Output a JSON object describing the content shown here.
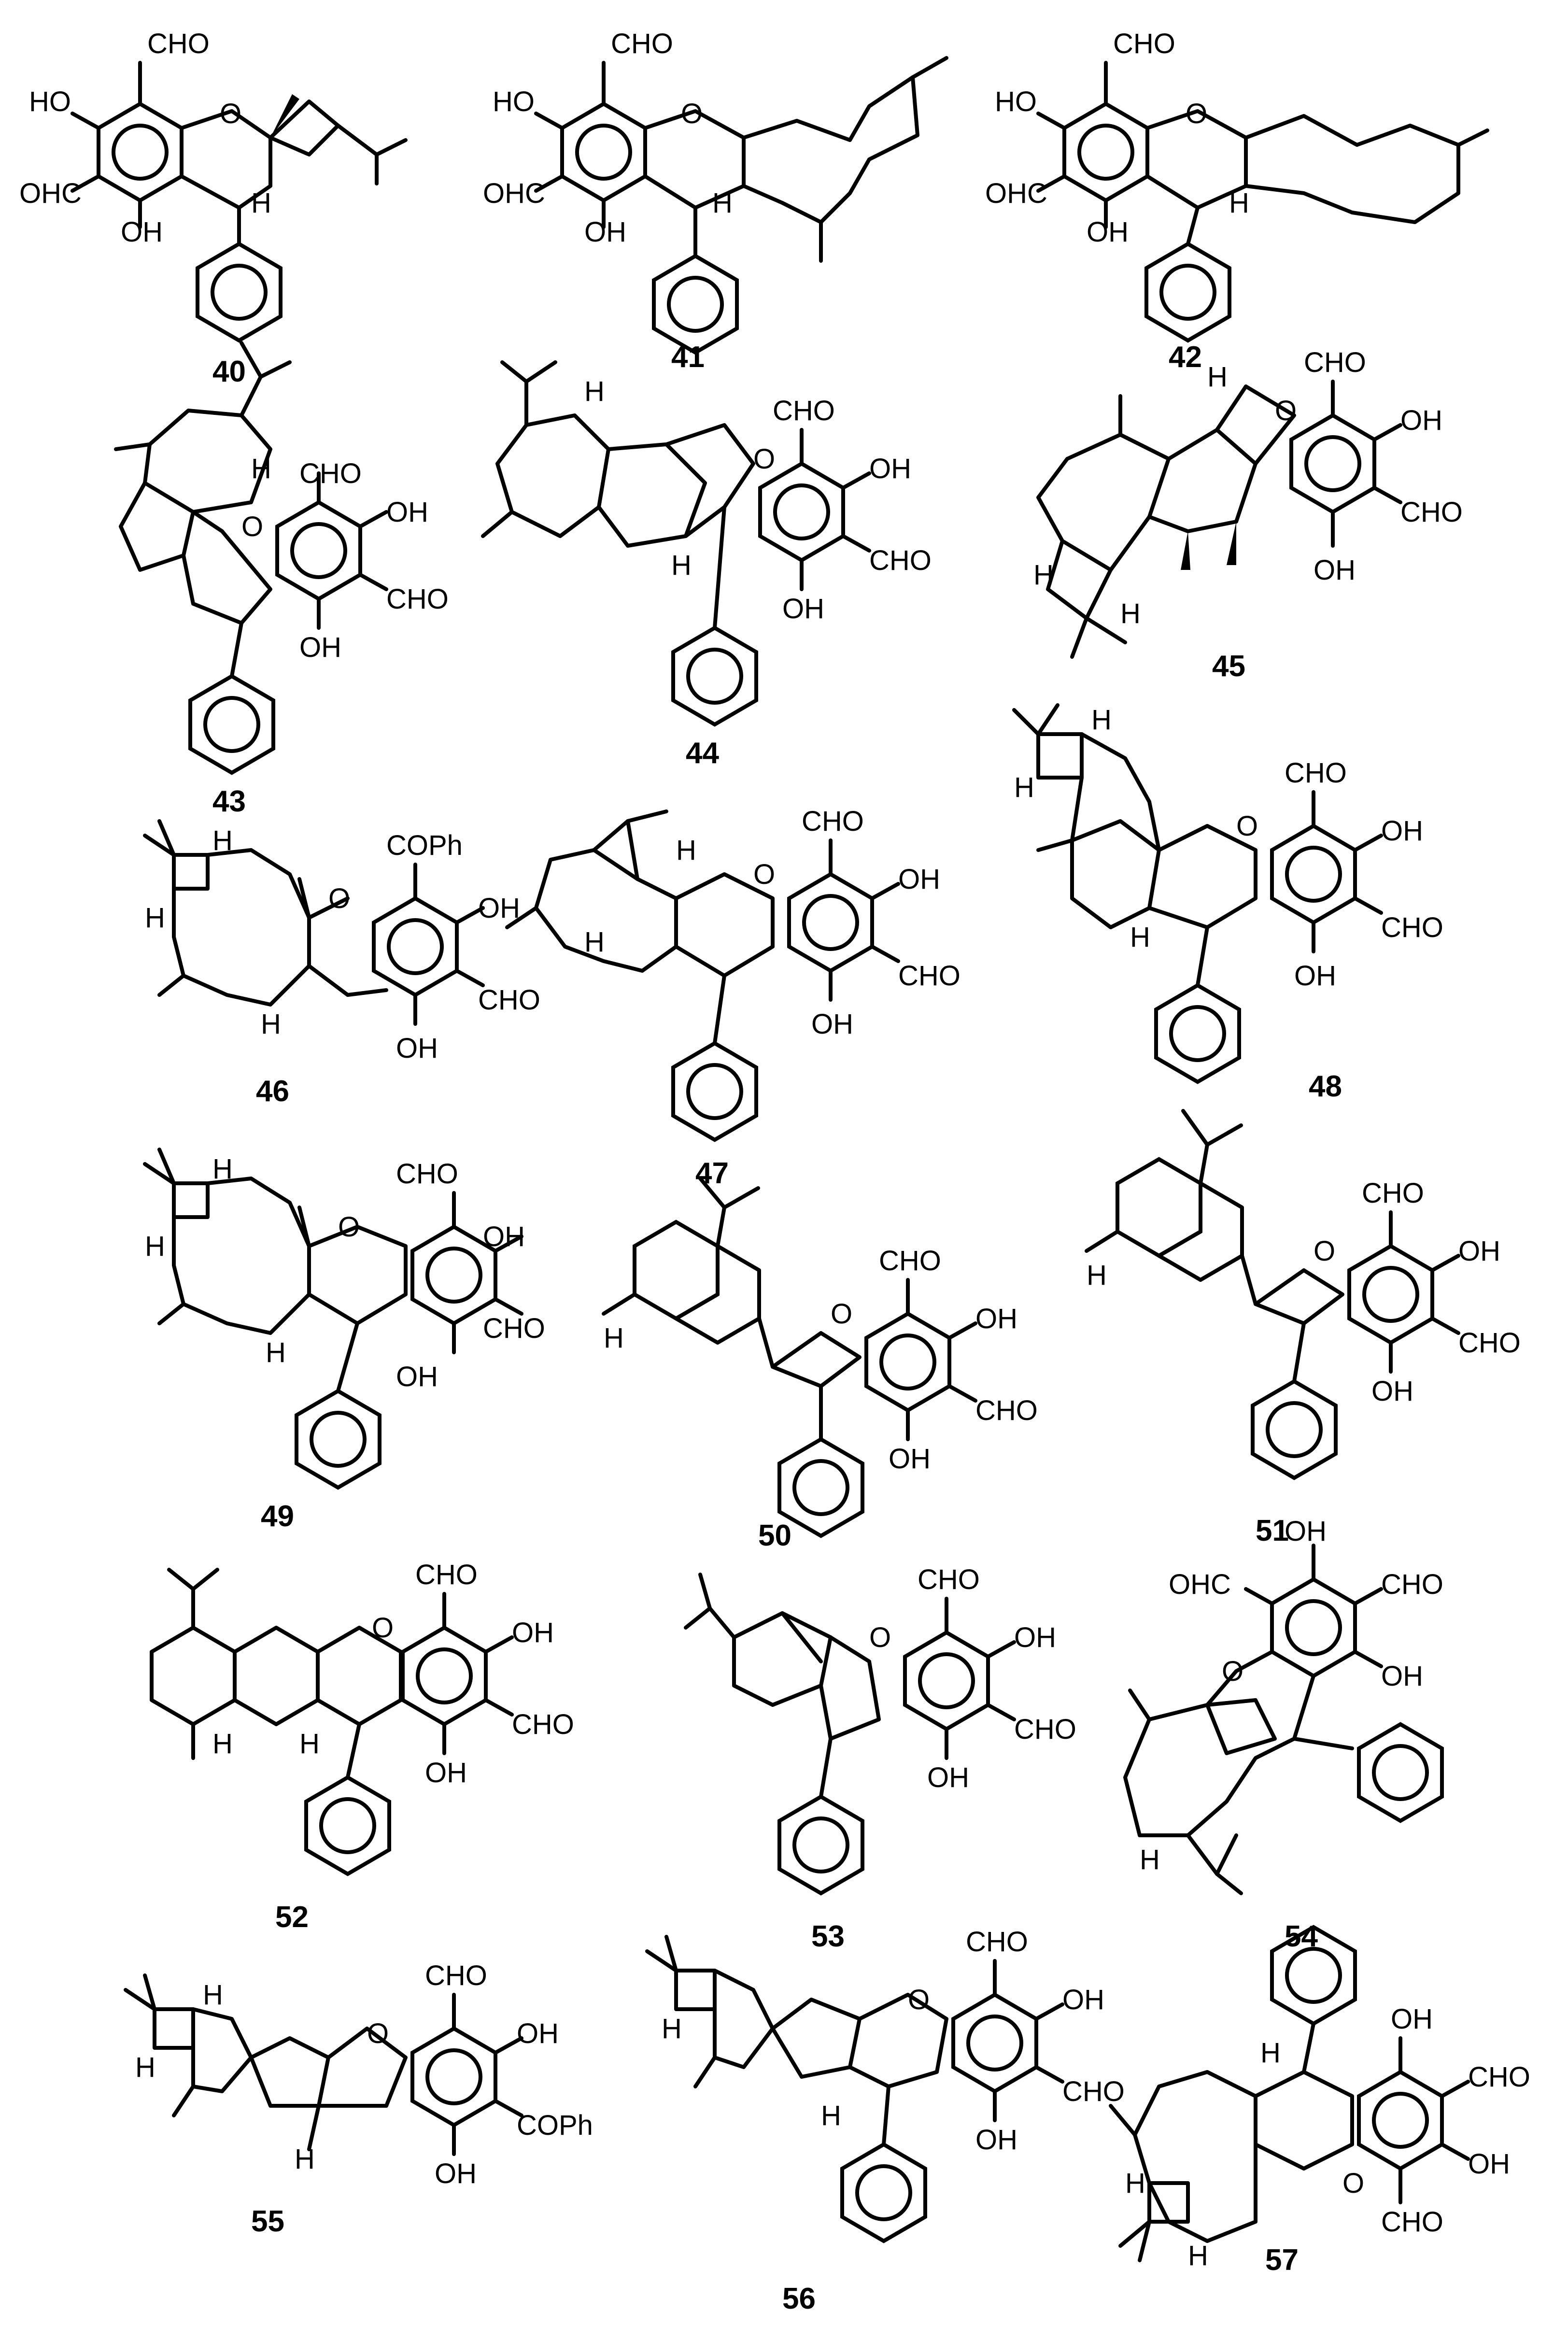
{
  "compounds": [
    {
      "number": "40",
      "labels": [
        "CHO",
        "HO",
        "OHC",
        "OH",
        "O",
        "H"
      ]
    },
    {
      "number": "41",
      "labels": [
        "CHO",
        "HO",
        "OHC",
        "OH",
        "O",
        "H"
      ]
    },
    {
      "number": "42",
      "labels": [
        "CHO",
        "HO",
        "OHC",
        "OH",
        "O",
        "H"
      ]
    },
    {
      "number": "43",
      "labels": [
        "H",
        "CHO",
        "OH",
        "O",
        "CHO",
        "OH"
      ]
    },
    {
      "number": "44",
      "labels": [
        "H",
        "CHO",
        "OH",
        "O",
        "CHO",
        "OH",
        "H"
      ]
    },
    {
      "number": "45",
      "labels": [
        "H",
        "CHO",
        "OH",
        "O",
        "CHO",
        "OH",
        "H",
        "H"
      ]
    },
    {
      "number": "46",
      "labels": [
        "H",
        "COPh",
        "OH",
        "O",
        "H",
        "CHO",
        "OH",
        "H"
      ]
    },
    {
      "number": "47",
      "labels": [
        "H",
        "CHO",
        "OH",
        "O",
        "H",
        "CHO",
        "OH"
      ]
    },
    {
      "number": "48",
      "labels": [
        "H",
        "CHO",
        "OH",
        "O",
        "H",
        "CHO",
        "OH",
        "H"
      ]
    },
    {
      "number": "49",
      "labels": [
        "H",
        "CHO",
        "OH",
        "O",
        "H",
        "CHO",
        "OH",
        "H"
      ]
    },
    {
      "number": "50",
      "labels": [
        "CHO",
        "OH",
        "O",
        "H",
        "CHO",
        "OH"
      ]
    },
    {
      "number": "51",
      "labels": [
        "CHO",
        "OH",
        "O",
        "H",
        "CHO",
        "OH"
      ]
    },
    {
      "number": "52",
      "labels": [
        "CHO",
        "OH",
        "O",
        "CHO",
        "H",
        "H",
        "OH"
      ]
    },
    {
      "number": "53",
      "labels": [
        "CHO",
        "OH",
        "O",
        "CHO",
        "OH"
      ]
    },
    {
      "number": "54",
      "labels": [
        "OH",
        "OHC",
        "CHO",
        "O",
        "OH",
        "H"
      ]
    },
    {
      "number": "55",
      "labels": [
        "H",
        "CHO",
        "OH",
        "O",
        "H",
        "COPh",
        "H",
        "OH"
      ]
    },
    {
      "number": "56",
      "labels": [
        "CHO",
        "OH",
        "O",
        "H",
        "CHO",
        "H",
        "OH"
      ]
    },
    {
      "number": "57",
      "labels": [
        "OH",
        "H",
        "CHO",
        "OH",
        "O",
        "H",
        "CHO",
        "H"
      ]
    }
  ]
}
